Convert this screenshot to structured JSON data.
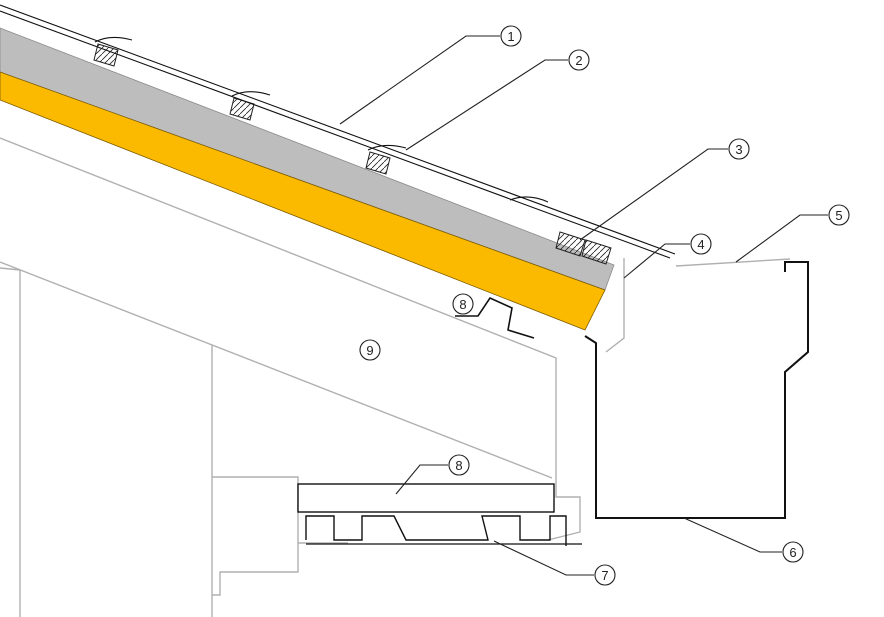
{
  "callouts": [
    {
      "id": "c1",
      "label": "1"
    },
    {
      "id": "c2",
      "label": "2"
    },
    {
      "id": "c3",
      "label": "3"
    },
    {
      "id": "c4",
      "label": "4"
    },
    {
      "id": "c5",
      "label": "5"
    },
    {
      "id": "c6",
      "label": "6"
    },
    {
      "id": "c7",
      "label": "7"
    },
    {
      "id": "c8a",
      "label": "8"
    },
    {
      "id": "c8b",
      "label": "8"
    },
    {
      "id": "c9",
      "label": "9"
    }
  ],
  "colors": {
    "insulation": "#fbb900",
    "concrete": "#bdbdbd",
    "structure_line": "#b0b0b0",
    "metal_line": "#111111",
    "callout_line": "#222222"
  }
}
